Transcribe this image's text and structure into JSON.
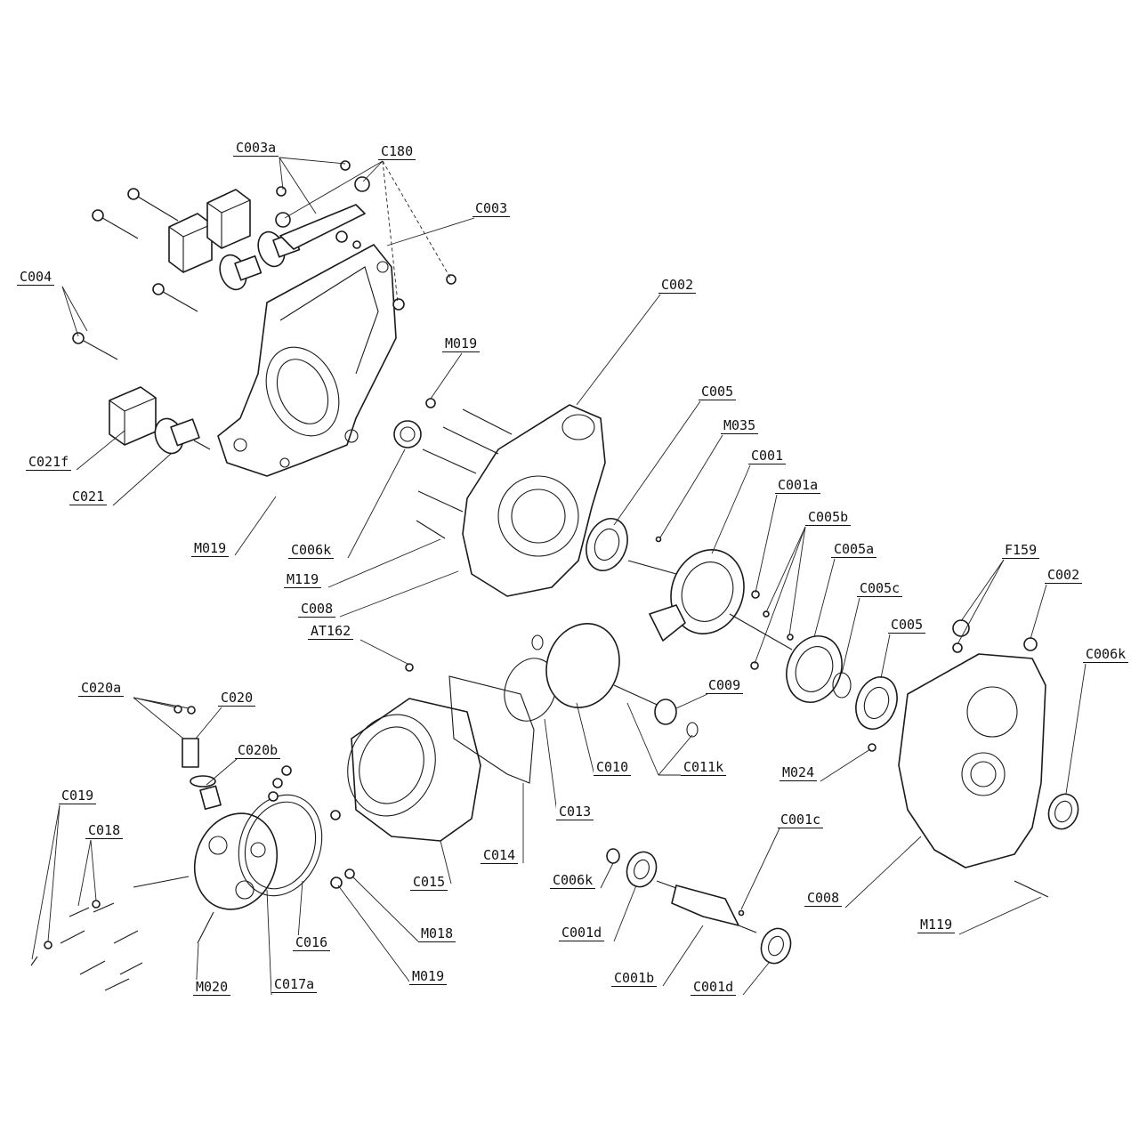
{
  "labels": {
    "C003a": "C003a",
    "C180": "C180",
    "C003": "C003",
    "C004": "C004",
    "C002_left": "C002",
    "M019_top": "M019",
    "C005_top": "C005",
    "M035": "M035",
    "C001": "C001",
    "C001a": "C001a",
    "C005b": "C005b",
    "C005a": "C005a",
    "C005c": "C005c",
    "F159": "F159",
    "C002_right": "C002",
    "C005_right": "C005",
    "C006k_right": "C006k",
    "C021f": "C021f",
    "C021": "C021",
    "M019_left": "M019",
    "C006k_mid": "C006k",
    "M119_left": "M119",
    "C008_left": "C008",
    "AT162": "AT162",
    "C009": "C009",
    "C020a": "C020a",
    "C020": "C020",
    "C020b": "C020b",
    "C010": "C010",
    "C011k": "C011k",
    "M024": "M024",
    "C013": "C013",
    "C019": "C019",
    "C018": "C018",
    "C001c": "C001c",
    "C014": "C014",
    "C015": "C015",
    "C006k_low": "C006k",
    "C008_right": "C008",
    "C001d_left": "C001d",
    "M119_right": "M119",
    "M018": "M018",
    "C016": "C016",
    "M019_low": "M019",
    "C001b": "C001b",
    "C001d_right": "C001d",
    "M020": "M020",
    "C017a": "C017a"
  }
}
